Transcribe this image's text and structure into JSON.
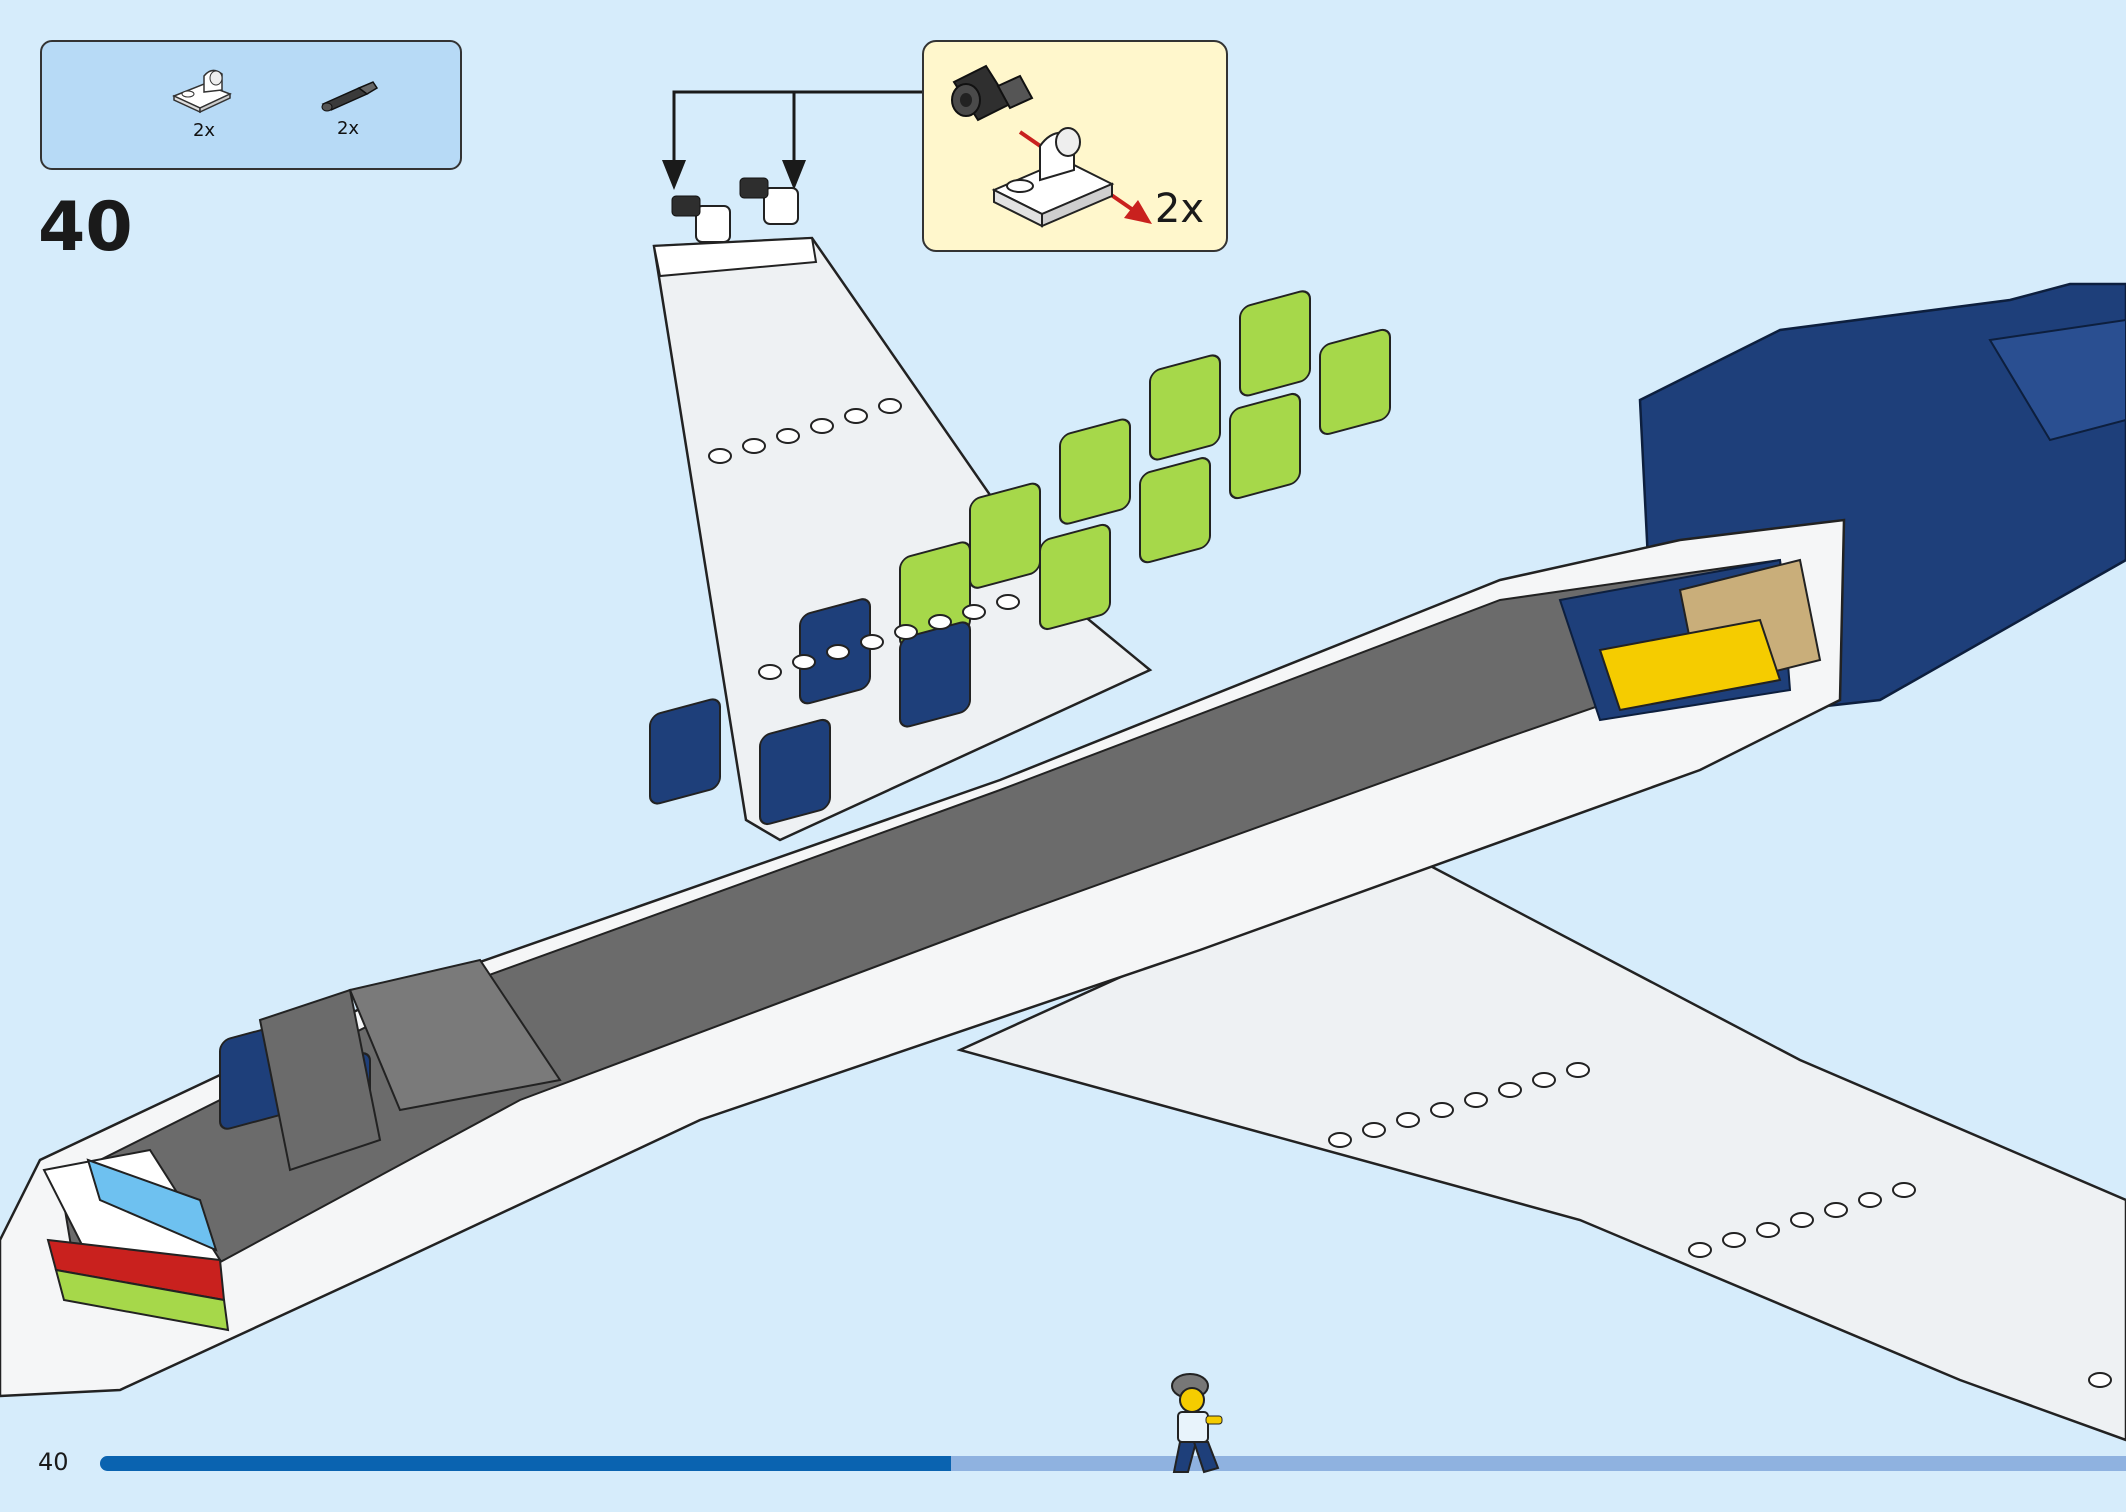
{
  "step": {
    "number": "40",
    "page_number": "40"
  },
  "parts_list": [
    {
      "icon": "white-plate-with-clip-icon",
      "quantity": "2x"
    },
    {
      "icon": "black-technic-pin-axle-icon",
      "quantity": "2x"
    }
  ],
  "callout": {
    "quantity": "2x"
  },
  "progress": {
    "fraction": 0.42
  },
  "colors": {
    "background": "#d6ecfb",
    "parts_box": "#b7daf6",
    "callout": "#fff7cc",
    "progress_fill": "#0a63b0",
    "progress_track": "#8fb2e0",
    "fuselage_blue": "#1e3f7a",
    "seat_green": "#a6d84a"
  }
}
